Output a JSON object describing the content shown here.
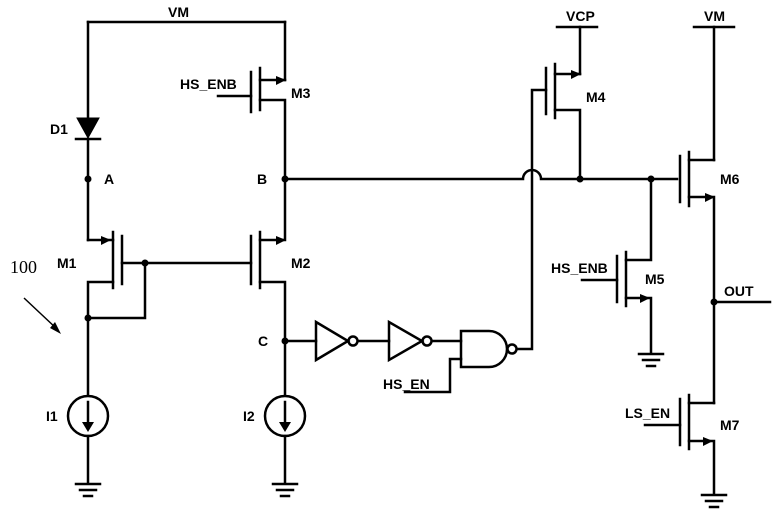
{
  "labels": {
    "vm_left": "VM",
    "vm_right": "VM",
    "vcp": "VCP",
    "hs_enb_m3": "HS_ENB",
    "hs_enb_m5": "HS_ENB",
    "hs_en": "HS_EN",
    "ls_en": "LS_EN",
    "out": "OUT",
    "node_a": "A",
    "node_b": "B",
    "node_c": "C",
    "d1": "D1",
    "m1": "M1",
    "m2": "M2",
    "m3": "M3",
    "m4": "M4",
    "m5": "M5",
    "m6": "M6",
    "m7": "M7",
    "i1": "I1",
    "i2": "I2",
    "ref": "100"
  }
}
